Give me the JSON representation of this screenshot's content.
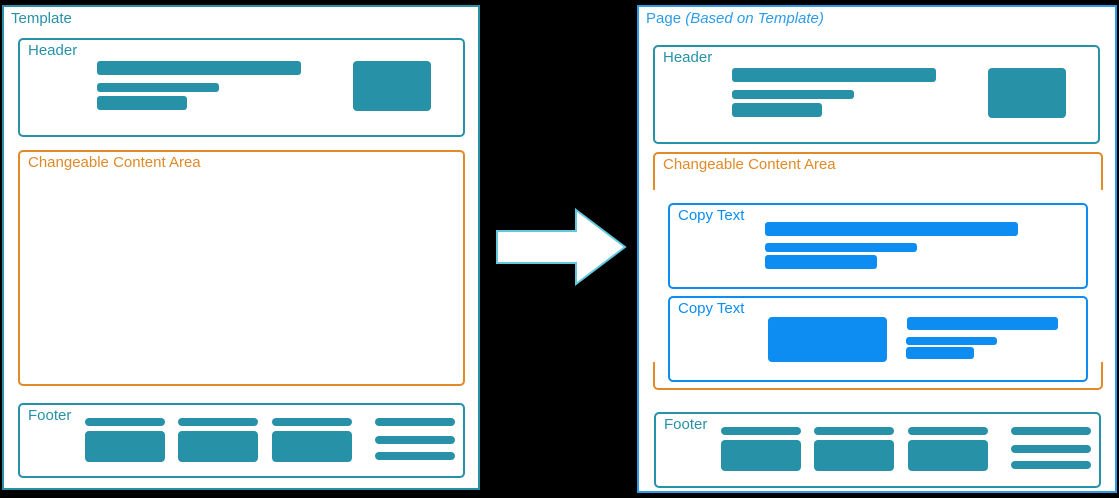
{
  "colors": {
    "teal": "#2792A7",
    "orange": "#E08A28",
    "copy-blue": "#0D8CF2",
    "page-blue": "#2D9CE8",
    "canvas-bg": "#000000",
    "panel-bg": "#FFFFFF",
    "arrow-outline": "#64C8DC"
  },
  "template_panel": {
    "title": "Template",
    "header_label": "Header",
    "content_label": "Changeable Content Area",
    "footer_label": "Footer"
  },
  "page_panel": {
    "title_prefix": "Page ",
    "title_italic": "(Based on Template)",
    "header_label": "Header",
    "content_label": "Changeable Content Area",
    "copy_blocks": [
      {
        "label": "Copy Text"
      },
      {
        "label": "Copy Text"
      }
    ],
    "footer_label": "Footer"
  },
  "diagram": {
    "transform_icon": "arrow-right"
  }
}
